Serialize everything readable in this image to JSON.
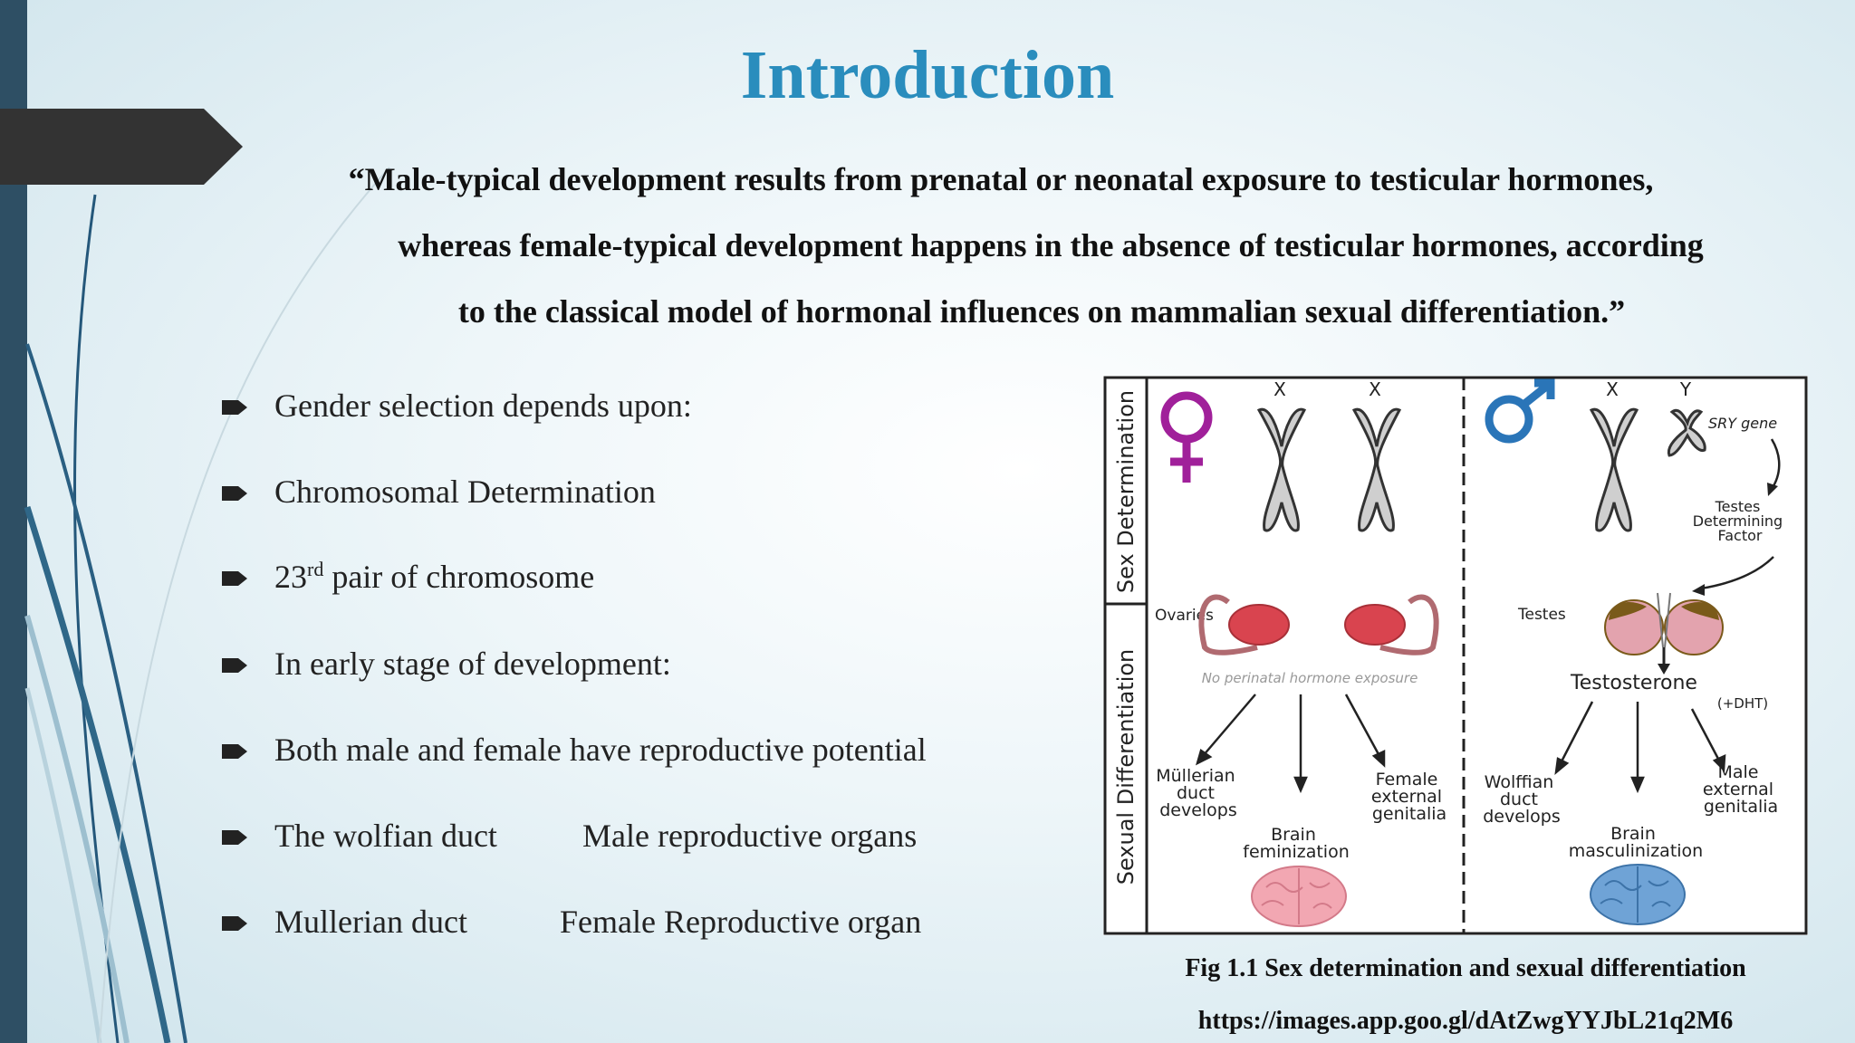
{
  "slide": {
    "title": "Introduction",
    "quote_lines": [
      "“Male-typical  development results from prenatal or neonatal exposure to testicular hormones,",
      "whereas female-typical  development happens in the absence of testicular hormones, according",
      "to the classical model of hormonal influences on mammalian sexual differentiation.”"
    ],
    "bullets": [
      {
        "text": "Gender  selection depends upon:"
      },
      {
        "text": "Chromosomal Determination"
      },
      {
        "pre": "23",
        "sup": "rd",
        "post": " pair of chromosome"
      },
      {
        "text": "In early stage  of  development:"
      },
      {
        "text": "Both male and female have reproductive potential"
      },
      {
        "text": "The wolfian duct",
        "right": "Male reproductive organs"
      },
      {
        "text": "Mullerian duct",
        "right": "Female Reproductive organ"
      }
    ]
  },
  "figure": {
    "side_labels": [
      "Sex Determination",
      "Sexual Differentiation"
    ],
    "female": {
      "chromosomes": [
        "X",
        "X"
      ],
      "organ_label": "Ovaries",
      "note": "No perinatal hormone  exposure",
      "outcomes": [
        [
          "Müllerian",
          "duct",
          "develops"
        ],
        [
          "Brain",
          "feminization"
        ],
        [
          "Female",
          "external",
          "genitalia"
        ]
      ]
    },
    "male": {
      "chromosomes": [
        "X",
        "Y"
      ],
      "gene_label": "SRY gene",
      "factor_label": [
        "Testes",
        "Determining",
        "Factor"
      ],
      "organ_label": "Testes",
      "hormone": "Testosterone",
      "hormone_note": "(+DHT)",
      "outcomes": [
        [
          "Wolffian",
          "duct",
          "develops"
        ],
        [
          "Brain",
          "masculinization"
        ],
        [
          "Male",
          "external",
          "genitalia"
        ]
      ]
    },
    "colors": {
      "female_symbol": "#a0209a",
      "male_symbol": "#2a75b8",
      "ovary": "#d9444f",
      "testis": "#7a5a1a",
      "brain_f": "#f2a7b2",
      "brain_m": "#6fa3d6"
    }
  },
  "caption": {
    "fig": "Fig 1.1 Sex determination and sexual differentiation",
    "url": "https://images.app.goo.gl/dAtZwgYYJbL21q2M6"
  }
}
